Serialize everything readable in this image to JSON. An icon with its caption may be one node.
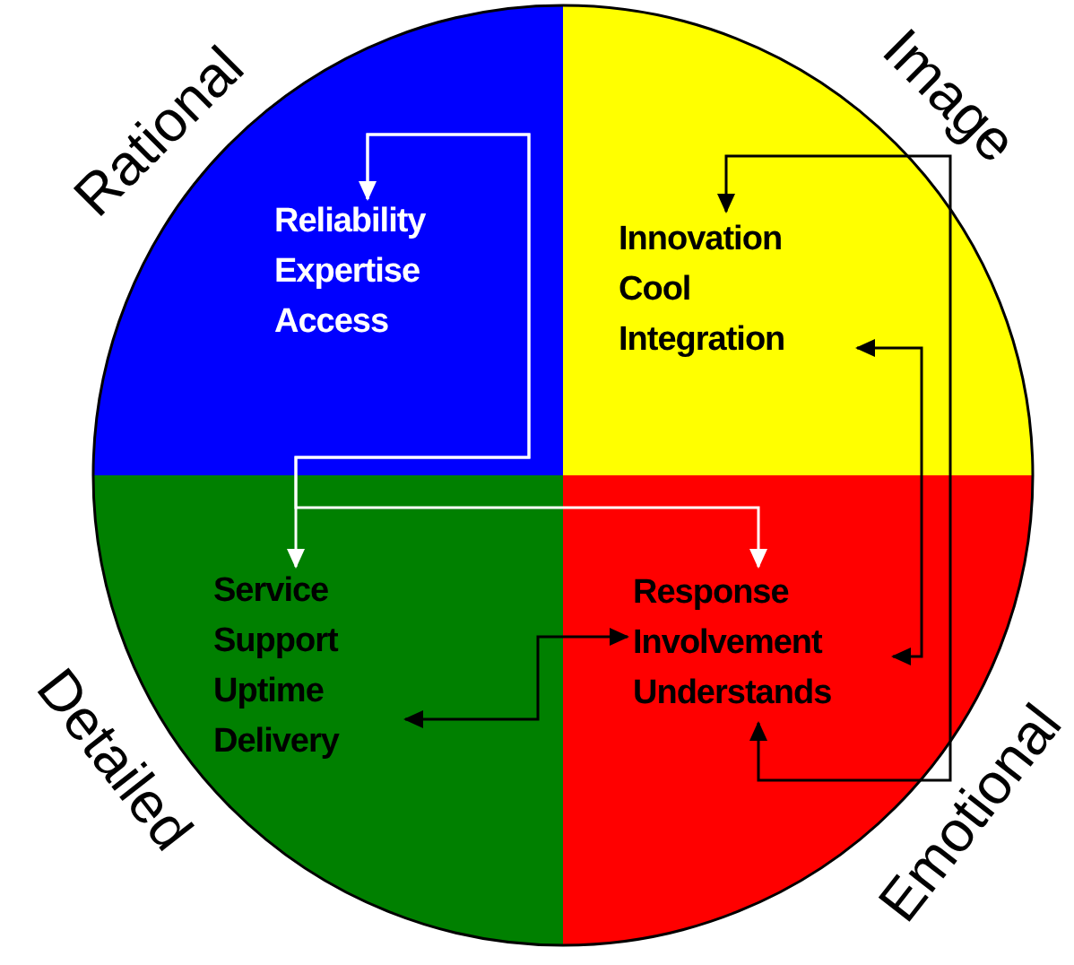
{
  "diagram": {
    "nodes": [
      {
        "text": [
          "Reliability",
          "Expertise",
          "Access"
        ]
      },
      {
        "text": [
          "Innovation",
          "Cool",
          "Integration"
        ]
      },
      {
        "text": [
          "Service",
          "Support",
          "Uptime",
          "Delivery"
        ]
      },
      {
        "text": [
          "Response",
          "Involvement",
          "Understands"
        ]
      }
    ],
    "edges": [
      {
        "from": 0,
        "to": 2,
        "arrow": "both",
        "color": "#ffffff"
      },
      {
        "from": 0,
        "to": 3,
        "arrow": "to",
        "color": "#ffffff"
      },
      {
        "from": 2,
        "to": 3,
        "arrow": "both"
      },
      {
        "from": 1,
        "to": 3,
        "arrow": "both"
      },
      {
        "from": 3,
        "to": 1,
        "arrow": "both"
      }
    ],
    "labels": [
      "Rational",
      "Image",
      "Detailed",
      "Emotional"
    ]
  }
}
